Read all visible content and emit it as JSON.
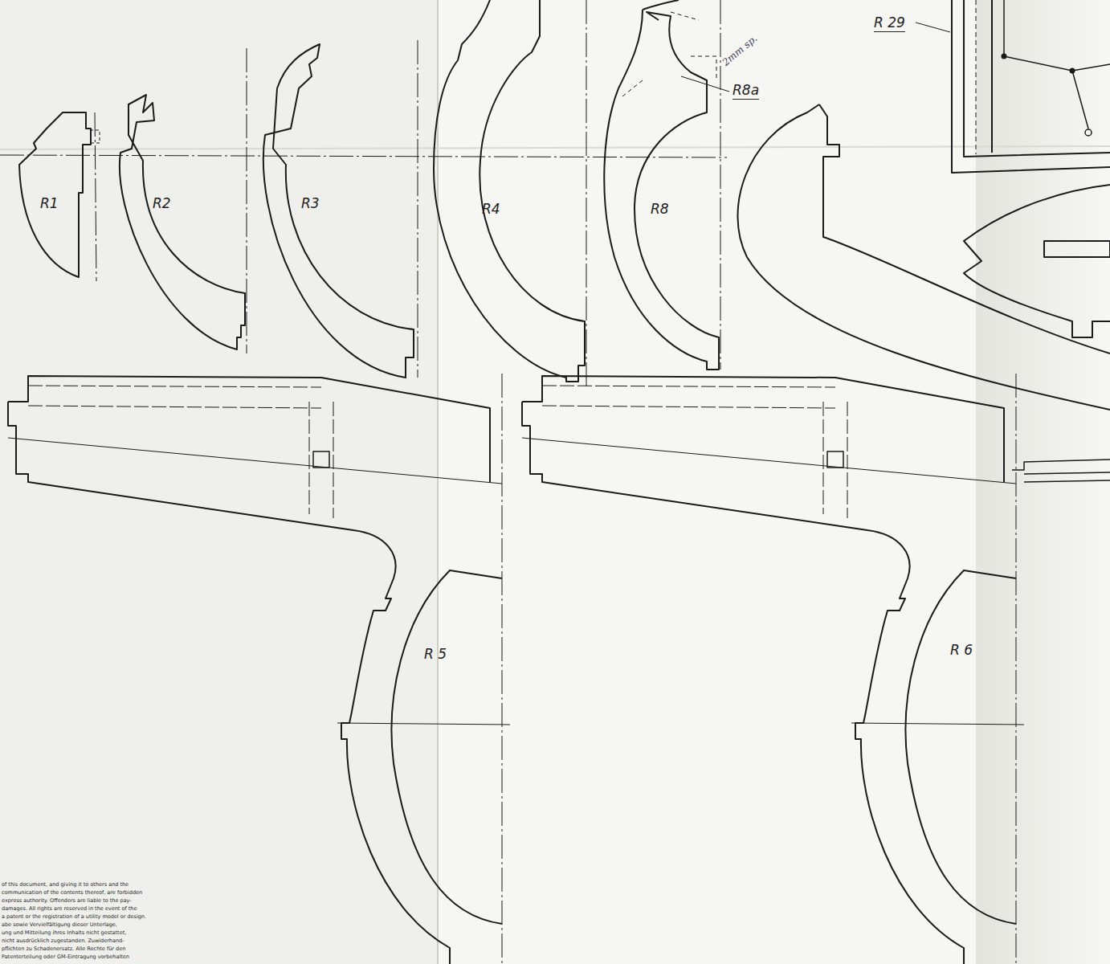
{
  "diagram": {
    "labels": [
      "R1",
      "R2",
      "R3",
      "R4",
      "R8",
      "R8a",
      "2mm sp.",
      "R 29",
      "R 5",
      "R 6",
      "of this document, and giving it to others and the",
      "communication of the contents thereof, are forbidden",
      "express authority. Offenders are liable to the pay-",
      "damages. All rights are reserved in the event of the",
      "a patent or the registration of a utility model or design.",
      "abe sowie Vervielfältigung dieser Unterlage,",
      "ung und Mitteilung ihres Inhalts nicht gestattet,",
      "nicht ausdrücklich zugestanden. Zuwiderhand-",
      "pflichten zu Schadenersatz. Alle Rechte für den",
      "Patenterteilung oder GM-Eintragung vorbehalten"
    ]
  }
}
